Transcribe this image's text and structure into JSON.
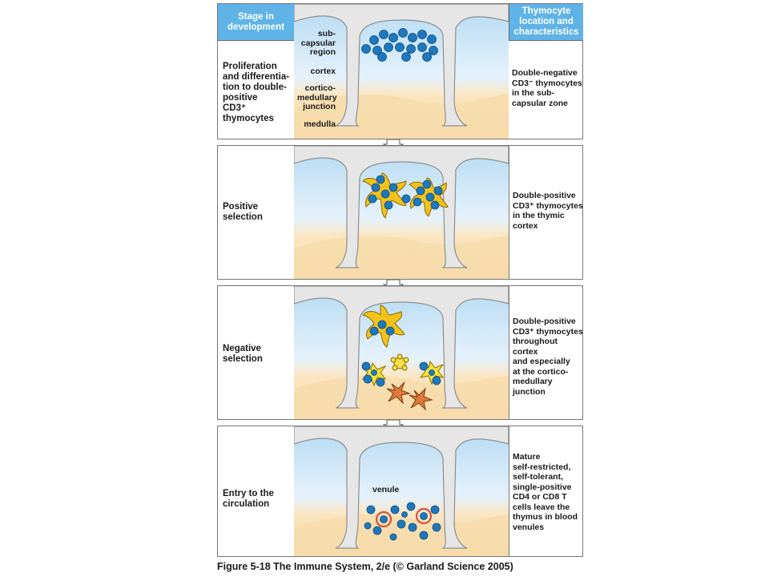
{
  "headers": {
    "left": "Stage in development",
    "right": "Thymocyte location and characteristics"
  },
  "panels": [
    {
      "stage": "Proliferation\nand differentia-\ntion to double-\npositive\nCD3⁺\nthymocytes",
      "description": "Double-negative\nCD3⁻ thymocytes\nin the sub-\ncapsular zone",
      "region_labels": {
        "subcapsular": "sub-\ncapsular\nregion",
        "cortex": "cortex",
        "corticomedullary": "cortico-\nmedullary\njunction",
        "medulla": "medulla"
      }
    },
    {
      "stage": "Positive\nselection",
      "description": "Double-positive\nCD3⁺ thymocytes\nin the thymic\ncortex"
    },
    {
      "stage": "Negative\nselection",
      "description": "Double-positive\nCD3⁺ thymocytes\nthroughout cortex\nand especially\nat the cortico-\nmedullary\njunction"
    },
    {
      "stage": "Entry to the\ncirculation",
      "description": "Mature\nself-restricted,\nself-tolerant,\nsingle-positive\nCD4 or CD8 T\ncells leave the\nthymus in blood\nvenules",
      "venule_label": "venule"
    }
  ],
  "caption": "Figure 5-18 The Immune System, 2/e (© Garland Science 2005)",
  "colors": {
    "header_blue": "#5fb3e6",
    "cortex_blue": "#b9ddf4",
    "medulla_sand": "#f7dcac",
    "septum_gray": "#e6e6e6",
    "thymocyte_blue": "#1e78be",
    "epithelial_yellow": "#f5c21a",
    "macrophage_orange": "#e07a3a",
    "venule_red": "#d0533b"
  }
}
